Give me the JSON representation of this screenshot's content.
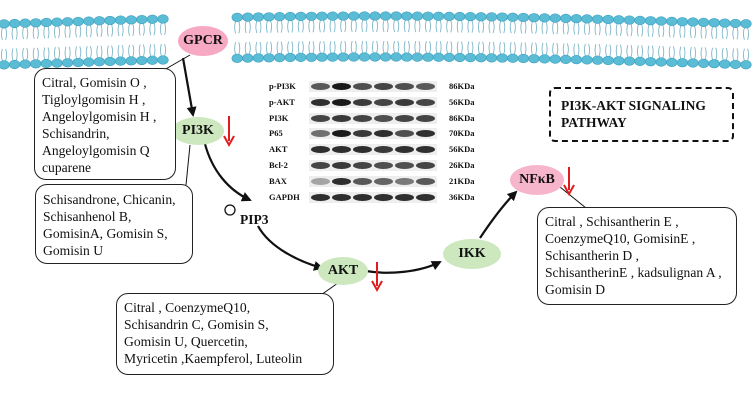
{
  "title_lines": [
    "PI3K-AKT SIGNALING",
    "PATHWAY"
  ],
  "nodes": {
    "gpcr": "GPCR",
    "pi3k": "PI3K",
    "pip3": "PIP3",
    "akt": "AKT",
    "ikk": "IKK",
    "nfkb": "NFκB"
  },
  "boxes": {
    "gpcr_compounds": [
      "Citral, Gomisin O ,",
      "Tigloylgomisin H ,",
      "Angeloylgomisin H ,",
      "Schisandrin,",
      "Angeloylgomisin Q",
      "cuparene"
    ],
    "pi3k_compounds": [
      "Schisandrone, Chicanin,",
      "Schisanhenol B,",
      "GomisinA, Gomisin S,",
      "Gomisin U"
    ],
    "akt_compounds": [
      "Citral , CoenzymeQ10,",
      "Schisandrin C, Gomisin S,",
      "Gomisin U, Quercetin,",
      "Myricetin ,Kaempferol, Luteolin"
    ],
    "nfkb_compounds": [
      "Citral , Schisantherin E ,",
      "CoenzymeQ10, GomisinE ,",
      "Schisantherin D ,",
      "SchisantherinE , kadsulignan A ,",
      "Gomisin D"
    ]
  },
  "western_blot": [
    {
      "label": "p-PI3K",
      "kda": "86KDa"
    },
    {
      "label": "p-AKT",
      "kda": "56KDa"
    },
    {
      "label": "PI3K",
      "kda": "86KDa"
    },
    {
      "label": "P65",
      "kda": "70KDa"
    },
    {
      "label": "AKT",
      "kda": "56KDa"
    },
    {
      "label": "Bcl-2",
      "kda": "26KDa"
    },
    {
      "label": "BAX",
      "kda": "21KDa"
    },
    {
      "label": "GAPDH",
      "kda": "36KDa"
    }
  ],
  "colors": {
    "membrane_head": "#5bbcd6",
    "membrane_head_dark": "#3d9fbd",
    "gpcr_fill": "#f7a9c4",
    "nfkb_fill": "#f7b5cc",
    "node_green": "#cde8bf",
    "down_arrow": "#e01b1b",
    "arrow": "#111111"
  },
  "icons": [
    "down-arrow-icon",
    "pip3-circle-icon"
  ]
}
